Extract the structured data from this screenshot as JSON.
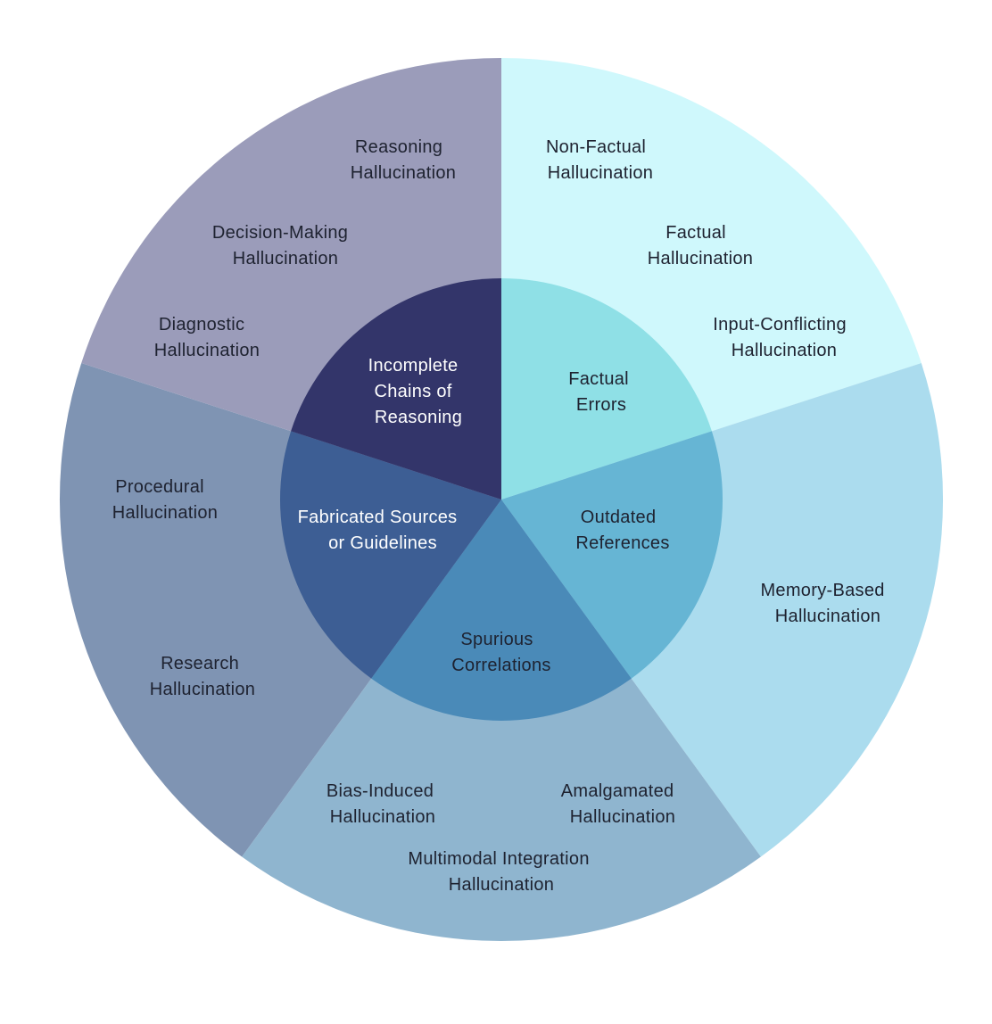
{
  "colors": {
    "inner_incomplete": "#33356a",
    "inner_factual": "#8fe0e6",
    "inner_outdated": "#66b5d4",
    "inner_spurious": "#4a8ab8",
    "inner_fabricated": "#3d5e94",
    "outer_incomplete": "#9b9cba",
    "outer_factual": "#cff8fc",
    "outer_outdated": "#abdcee",
    "outer_spurious": "#8fb5cf",
    "outer_fabricated": "#7f94b3"
  },
  "inner": {
    "incomplete": [
      "Incomplete",
      "Chains of",
      "Reasoning"
    ],
    "factual": [
      "Factual",
      "Errors"
    ],
    "outdated": [
      "Outdated",
      "References"
    ],
    "spurious": [
      "Spurious",
      "Correlations"
    ],
    "fabricated": [
      "Fabricated Sources",
      "or Guidelines"
    ]
  },
  "outer": {
    "reasoning": [
      "Reasoning",
      "Hallucination"
    ],
    "decision": [
      "Decision-Making",
      "Hallucination"
    ],
    "diagnostic": [
      "Diagnostic",
      "Hallucination"
    ],
    "nonfactual": [
      "Non-Factual",
      "Hallucination"
    ],
    "factual": [
      "Factual",
      "Hallucination"
    ],
    "inputconflicting": [
      "Input-Conflicting",
      "Hallucination"
    ],
    "memory": [
      "Memory-Based",
      "Hallucination"
    ],
    "amalgamated": [
      "Amalgamated",
      "Hallucination"
    ],
    "multimodal": [
      "Multimodal Integration",
      "Hallucination"
    ],
    "bias": [
      "Bias-Induced",
      "Hallucination"
    ],
    "procedural": [
      "Procedural",
      "Hallucination"
    ],
    "research": [
      "Research",
      "Hallucination"
    ]
  }
}
